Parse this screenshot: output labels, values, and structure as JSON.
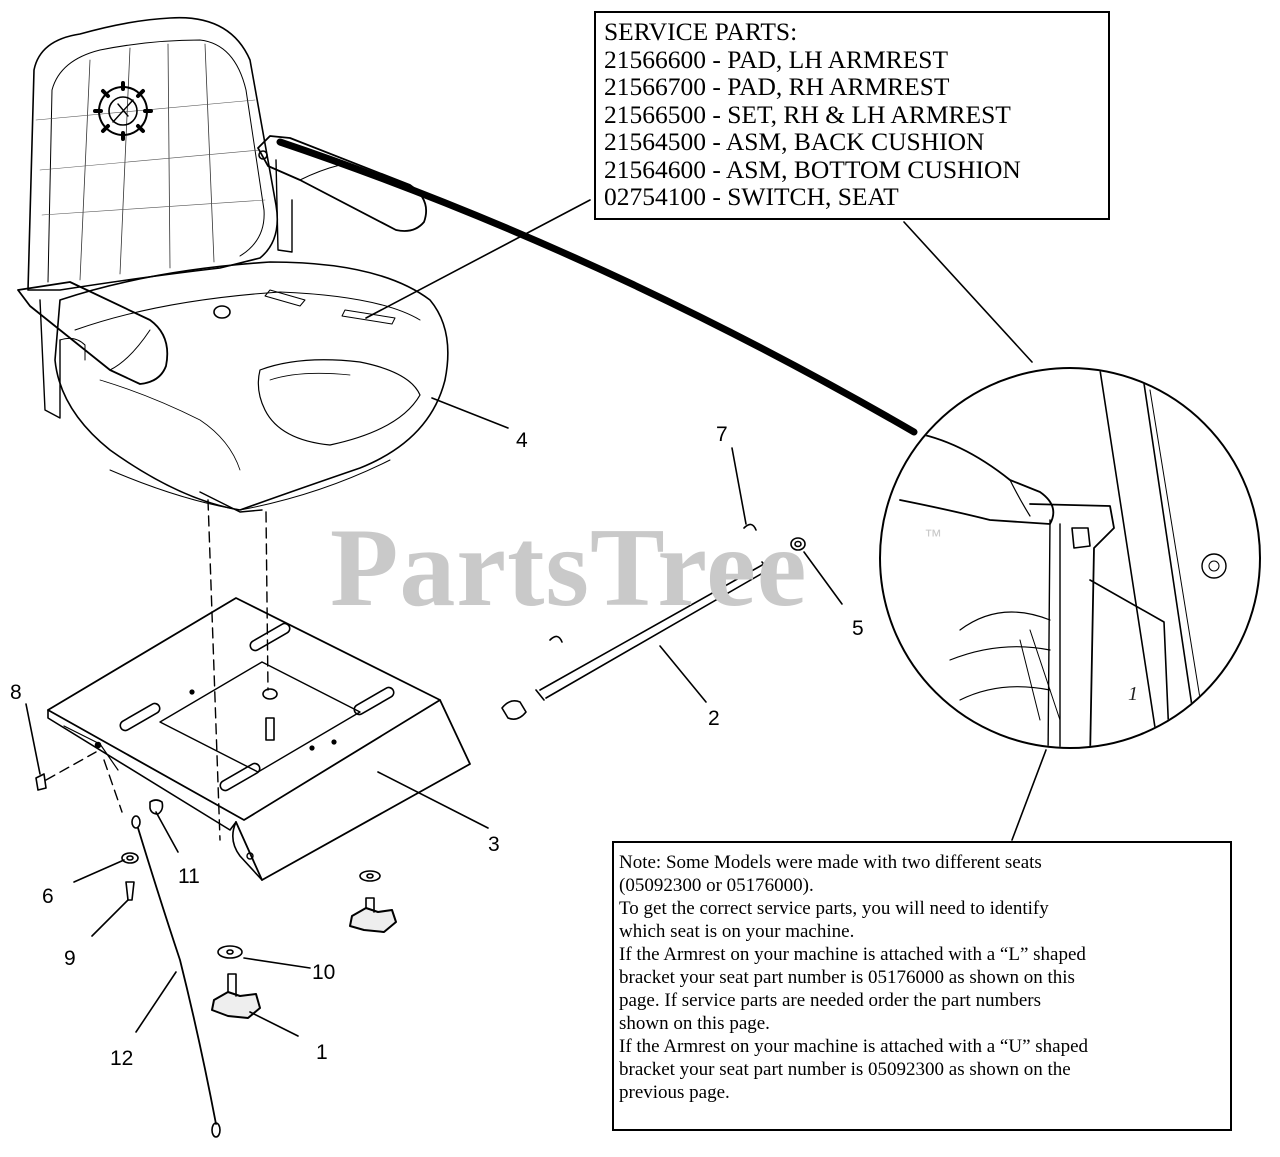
{
  "watermark": {
    "brand": "PartsTree",
    "trademark": "™"
  },
  "service_parts": {
    "heading": "SERVICE PARTS:",
    "items": [
      "21566600 - PAD, LH ARMREST",
      "21566700 - PAD, RH ARMREST",
      "21566500 - SET, RH & LH ARMREST",
      "21564500 - ASM, BACK CUSHION",
      "21564600 - ASM, BOTTOM CUSHION",
      "02754100 - SWITCH, SEAT"
    ]
  },
  "note": {
    "lines": [
      "Note: Some Models were made with two different seats",
      "(05092300 or 05176000).",
      "To get the correct service parts, you will need to identify",
      "which seat is on your machine.",
      "If the Armrest on your machine is attached with a “L” shaped",
      "bracket your seat part number is 05176000 as shown on this",
      "page. If service parts are needed order the part numbers",
      "shown on this page.",
      "If the Armrest on your machine is attached with a “U” shaped",
      "bracket your seat part number is 05092300 as shown on the",
      "previous page."
    ]
  },
  "callouts": {
    "c1": "1",
    "c2": "2",
    "c3": "3",
    "c4": "4",
    "c5": "5",
    "c6": "6",
    "c7": "7",
    "c8": "8",
    "c9": "9",
    "c10": "10",
    "c11": "11",
    "c12": "12"
  },
  "detail_callout": "1",
  "colors": {
    "line": "#000000",
    "watermark": "#c9c9c9",
    "background": "#ffffff"
  }
}
